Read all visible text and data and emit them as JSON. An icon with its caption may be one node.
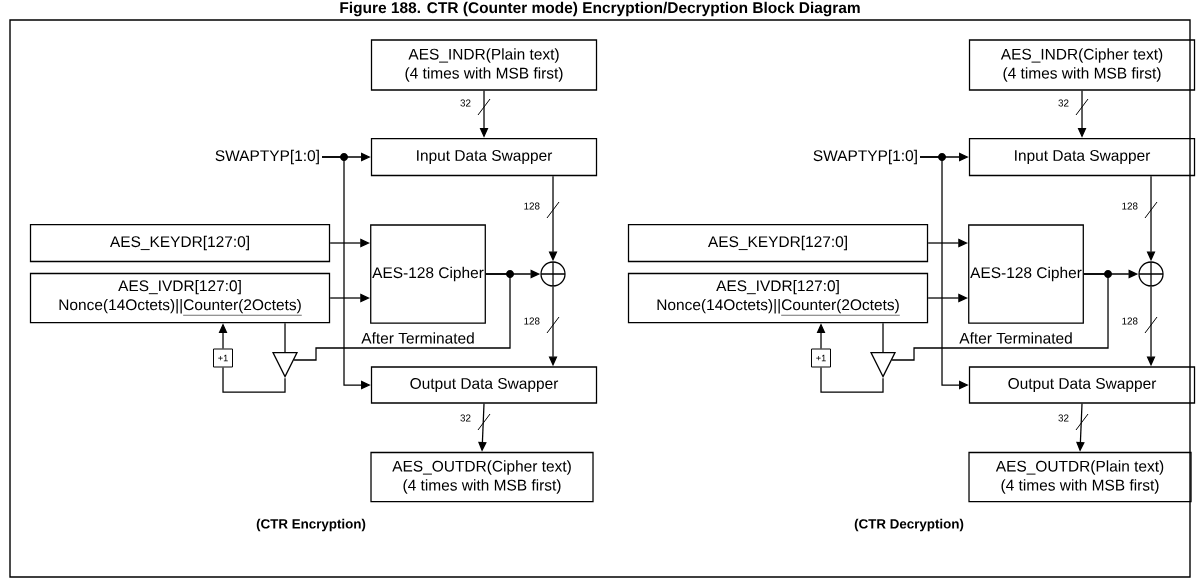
{
  "diagram": {
    "title": "Figure 188. CTR (Counter mode) Encryption/Decryption Block Diagram",
    "nodes": [
      {
        "text": [
          "AES_INDR(Plain text)",
          "(4 times with MSB first)"
        ]
      },
      {
        "text": [
          "SWAPTYP[1:0]"
        ]
      },
      {
        "text": [
          "Input Data Swapper"
        ]
      },
      {
        "text": [
          "AES_KEYDR[127:0]"
        ]
      },
      {
        "text": [
          "AES-128 Cipher"
        ]
      },
      {
        "text": [],
        "shape": "circle"
      },
      {
        "text": [
          "AES_IVDR[127:0]",
          "Nonce(14Octets)||",
          "Counter(2Octets)"
        ]
      },
      {
        "text": [
          "+1"
        ]
      },
      {
        "text": [],
        "shape": "triangle"
      },
      {
        "text": [
          "Output Data Swapper"
        ]
      },
      {
        "text": [
          "AES_OUTDR(Cipher text)",
          "(4 times with MSB first)"
        ]
      },
      {
        "text": [
          "AES_INDR(Cipher text)",
          "(4 times with MSB first)"
        ]
      },
      {
        "text": [
          "SWAPTYP[1:0]"
        ]
      },
      {
        "text": [
          "Input Data Swapper"
        ]
      },
      {
        "text": [
          "AES_KEYDR[127:0]"
        ]
      },
      {
        "text": [
          "AES-128 Cipher"
        ]
      },
      {
        "text": [],
        "shape": "circle"
      },
      {
        "text": [
          "AES_IVDR[127:0]",
          "Nonce(14Octets)||",
          "Counter(2Octets)"
        ]
      },
      {
        "text": [
          "+1"
        ]
      },
      {
        "text": [],
        "shape": "triangle"
      },
      {
        "text": [
          "Output Data Swapper"
        ]
      },
      {
        "text": [
          "AES_OUTDR(Plain text)",
          "(4 times with MSB first)"
        ]
      }
    ],
    "edges": [
      {
        "from": 0,
        "to": 2,
        "arrow": "to",
        "label": "32"
      },
      {
        "from": 1,
        "to": 2,
        "arrow": "to"
      },
      {
        "from": 1,
        "to": 9,
        "arrow": "to"
      },
      {
        "from": 3,
        "to": 4,
        "arrow": "to"
      },
      {
        "from": 6,
        "to": 4,
        "arrow": "to"
      },
      {
        "from": 2,
        "to": 5,
        "arrow": "to",
        "label": "128"
      },
      {
        "from": 4,
        "to": 5,
        "arrow": "to"
      },
      {
        "from": 5,
        "to": 9,
        "arrow": "to",
        "label": "128"
      },
      {
        "from": 9,
        "to": 10,
        "arrow": "to",
        "label": "32"
      },
      {
        "from": 4,
        "to": 8,
        "arrow": "none",
        "label": "After Terminated"
      },
      {
        "from": 6,
        "to": 8,
        "arrow": "none"
      },
      {
        "from": 8,
        "to": 7,
        "arrow": "none"
      },
      {
        "from": 7,
        "to": 6,
        "arrow": "to"
      },
      {
        "from": 11,
        "to": 13,
        "arrow": "to",
        "label": "32"
      },
      {
        "from": 12,
        "to": 13,
        "arrow": "to"
      },
      {
        "from": 12,
        "to": 20,
        "arrow": "to"
      },
      {
        "from": 14,
        "to": 15,
        "arrow": "to"
      },
      {
        "from": 17,
        "to": 15,
        "arrow": "to"
      },
      {
        "from": 13,
        "to": 16,
        "arrow": "to",
        "label": "128"
      },
      {
        "from": 15,
        "to": 16,
        "arrow": "to"
      },
      {
        "from": 16,
        "to": 20,
        "arrow": "to",
        "label": "128"
      },
      {
        "from": 20,
        "to": 21,
        "arrow": "to",
        "label": "32"
      },
      {
        "from": 15,
        "to": 19,
        "arrow": "none",
        "label": "After Terminated"
      },
      {
        "from": 17,
        "to": 19,
        "arrow": "none"
      },
      {
        "from": 19,
        "to": 18,
        "arrow": "none"
      },
      {
        "from": 18,
        "to": 17,
        "arrow": "to"
      }
    ],
    "labels": [
      "(CTR Encryption)",
      "(CTR Decryption)"
    ]
  }
}
